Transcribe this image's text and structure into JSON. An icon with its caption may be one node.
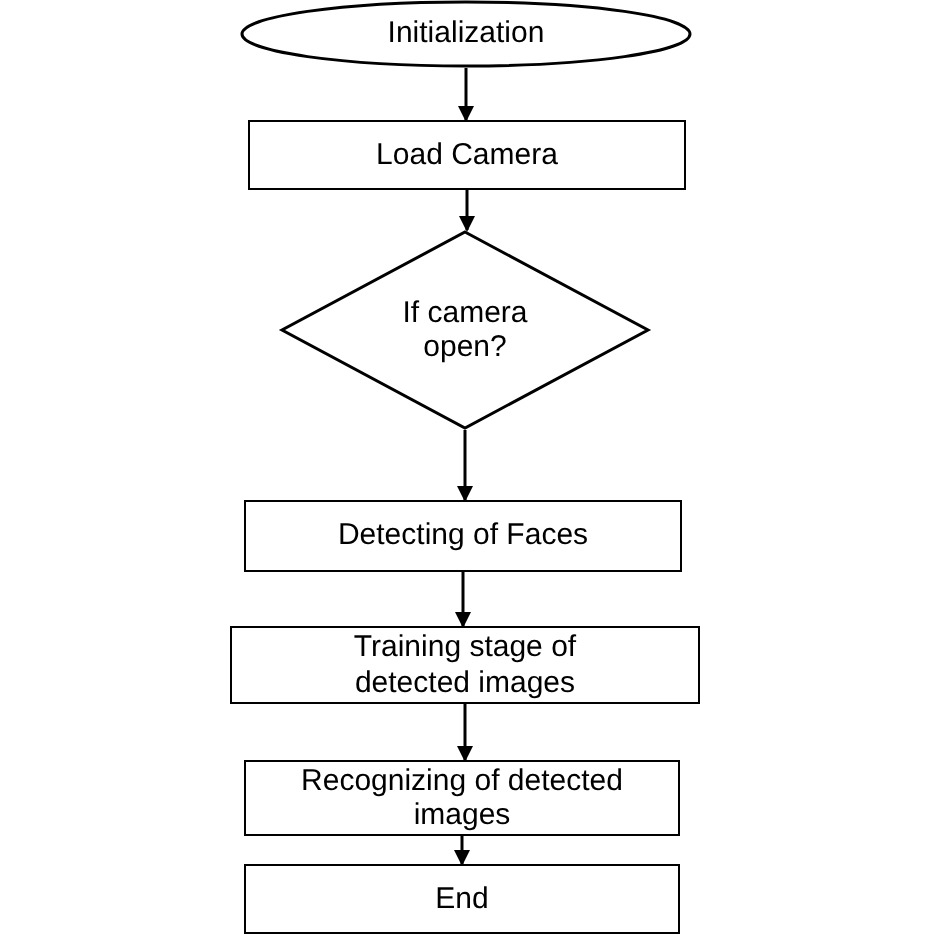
{
  "diagram": {
    "nodes": [
      {
        "text": [
          "Initialization"
        ]
      },
      {
        "text": [
          "Load Camera"
        ]
      },
      {
        "text": [
          "If camera open?"
        ]
      },
      {
        "text": [
          "Detecting of Faces"
        ]
      },
      {
        "text": [
          "Training stage of detected images"
        ]
      },
      {
        "text": [
          "Recognizing of detected images"
        ]
      },
      {
        "text": [
          "End"
        ]
      }
    ],
    "edges": [
      {
        "from": 0,
        "to": 1,
        "arrow": "to"
      },
      {
        "from": 1,
        "to": 2,
        "arrow": "to"
      },
      {
        "from": 2,
        "to": 3,
        "arrow": "to"
      },
      {
        "from": 3,
        "to": 4,
        "arrow": "to"
      },
      {
        "from": 4,
        "to": 5,
        "arrow": "to"
      },
      {
        "from": 5,
        "to": 6,
        "arrow": "to"
      }
    ]
  }
}
